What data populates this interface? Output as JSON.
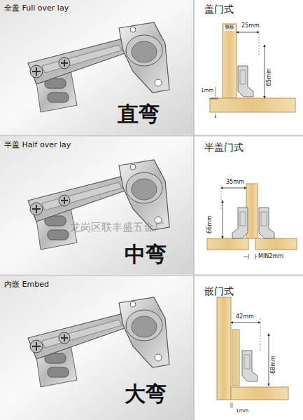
{
  "diagram": {
    "labels": [
      "全盖 Full over lay",
      "直弯",
      "盖门式",
      "侧板",
      "25mm",
      "65mm",
      "1mm",
      "半盖 Half over lay",
      "中弯",
      "半盖门式",
      "35mm",
      "66mm",
      "MIN2mm",
      "内嵌 Embed",
      "大弯",
      "嵌门式",
      "42mm",
      "68mm",
      "1mm",
      "龙岗区联丰盛五金厂"
    ]
  }
}
